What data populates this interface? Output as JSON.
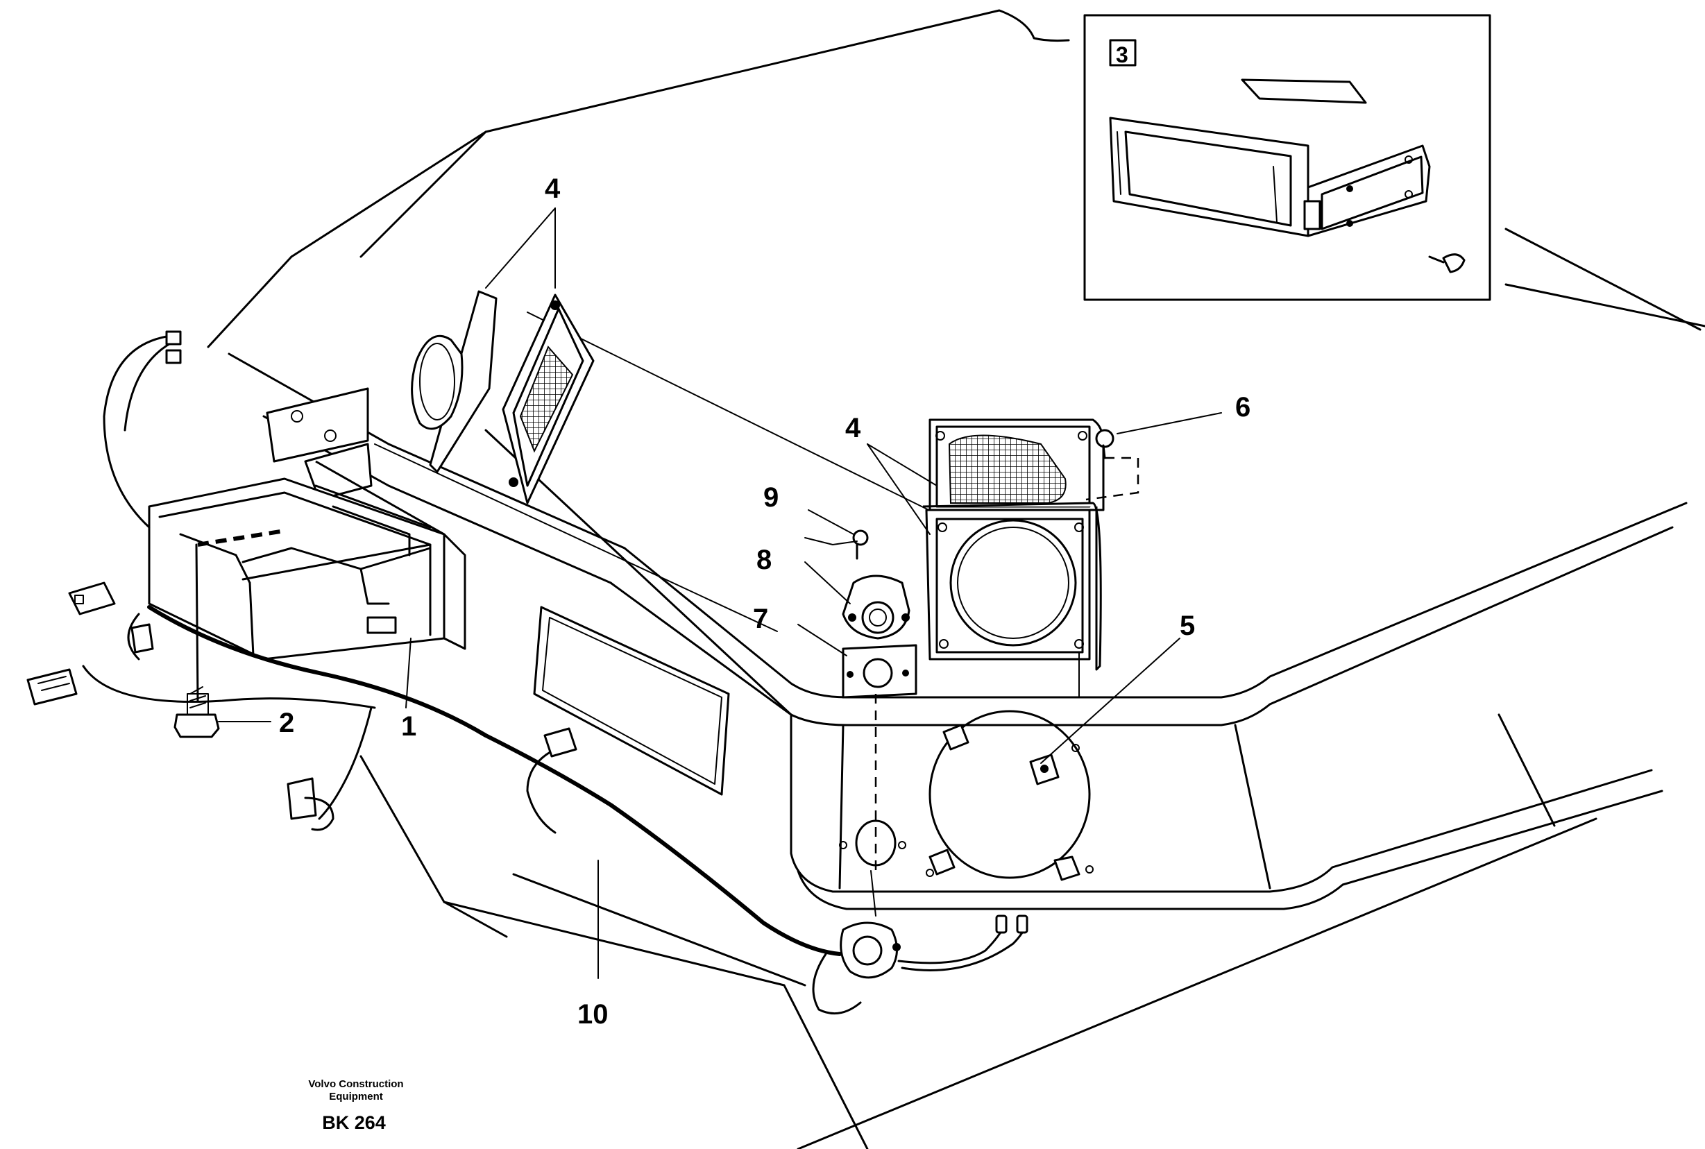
{
  "callouts": {
    "c1": "1",
    "c2": "2",
    "c3": "3",
    "c4a": "4",
    "c4b": "4",
    "c5": "5",
    "c6": "6",
    "c7": "7",
    "c8": "8",
    "c9": "9",
    "c10": "10"
  },
  "credit": {
    "line1": "Volvo Construction",
    "line2": "Equipment",
    "code": "BK 264"
  }
}
